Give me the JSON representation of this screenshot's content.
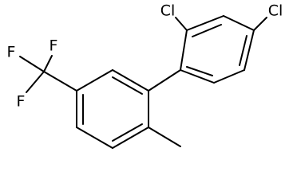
{
  "molecule": {
    "atoms": {
      "cl_top": "Cl",
      "cl_right": "Cl",
      "f_top": "F",
      "f_left": "F",
      "f_bottom": "F"
    }
  },
  "colors": {
    "bond": "#000000",
    "background": "#ffffff"
  }
}
